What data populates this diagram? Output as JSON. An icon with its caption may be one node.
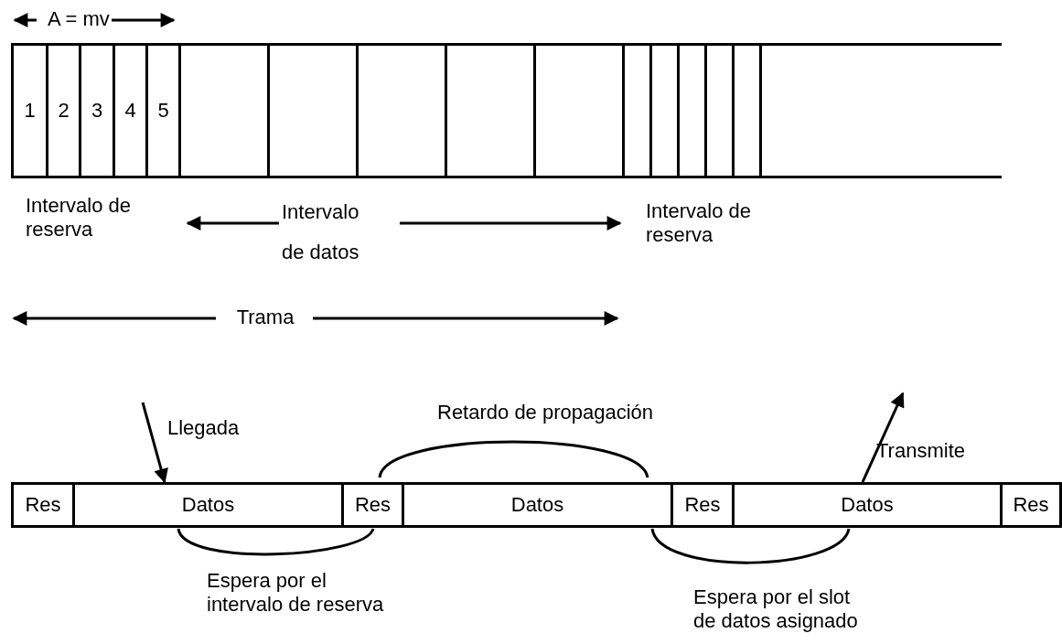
{
  "diagram": {
    "nodes": [
      {
        "text": [
          "1"
        ]
      },
      {
        "text": [
          "2"
        ]
      },
      {
        "text": [
          "3"
        ]
      },
      {
        "text": [
          "4"
        ]
      },
      {
        "text": [
          "5"
        ]
      },
      {
        "text": [],
        "shape": "box"
      },
      {
        "text": [],
        "shape": "box"
      },
      {
        "text": [],
        "shape": "box"
      },
      {
        "text": [],
        "shape": "box"
      },
      {
        "text": [],
        "shape": "box"
      },
      {
        "text": [],
        "shape": "box"
      },
      {
        "text": [],
        "shape": "box"
      },
      {
        "text": [],
        "shape": "box"
      },
      {
        "text": [],
        "shape": "box"
      },
      {
        "text": [],
        "shape": "box"
      },
      {
        "text": [
          "Res"
        ]
      },
      {
        "text": [
          "Datos"
        ]
      },
      {
        "text": [
          "Res"
        ]
      },
      {
        "text": [
          "Datos"
        ]
      },
      {
        "text": [
          "Res"
        ]
      },
      {
        "text": [
          "Datos"
        ]
      },
      {
        "text": [
          "Res"
        ]
      }
    ],
    "edges": [
      {
        "from": null,
        "to": 16,
        "arrow": "to"
      },
      {
        "from": 20,
        "to": null,
        "arrow": "to"
      }
    ],
    "labels": [
      "A = mv",
      "Intervalo de reserva",
      "Intervalo de datos",
      "Intervalo de reserva",
      "Trama",
      "Llegada",
      "Retardo de propagación",
      "Transmite",
      "Espera por el intervalo de reserva",
      "Espera por el slot de datos asignado"
    ]
  }
}
